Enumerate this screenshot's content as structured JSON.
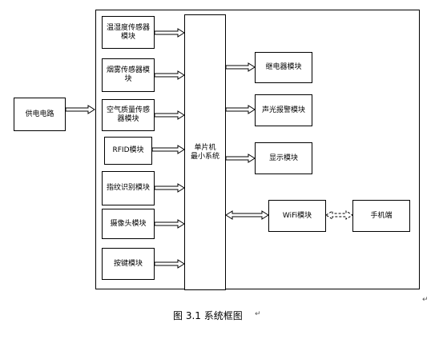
{
  "power_supply": "供电电路",
  "sensor_modules": [
    "温湿度传感器模块",
    "烟雾传感器模块",
    "空气质量传感器模块",
    "RFID模块",
    "指纹识别模块",
    "摄像头模块",
    "按键模块"
  ],
  "mcu": {
    "line1": "单片机",
    "line2": "最小系统"
  },
  "output_modules": [
    "继电器模块",
    "声光报警模块",
    "显示模块"
  ],
  "wifi_module": "WiFi模块",
  "phone": "手机端",
  "caption": "图 3.1 系统框图",
  "paragraph_mark": "↵"
}
